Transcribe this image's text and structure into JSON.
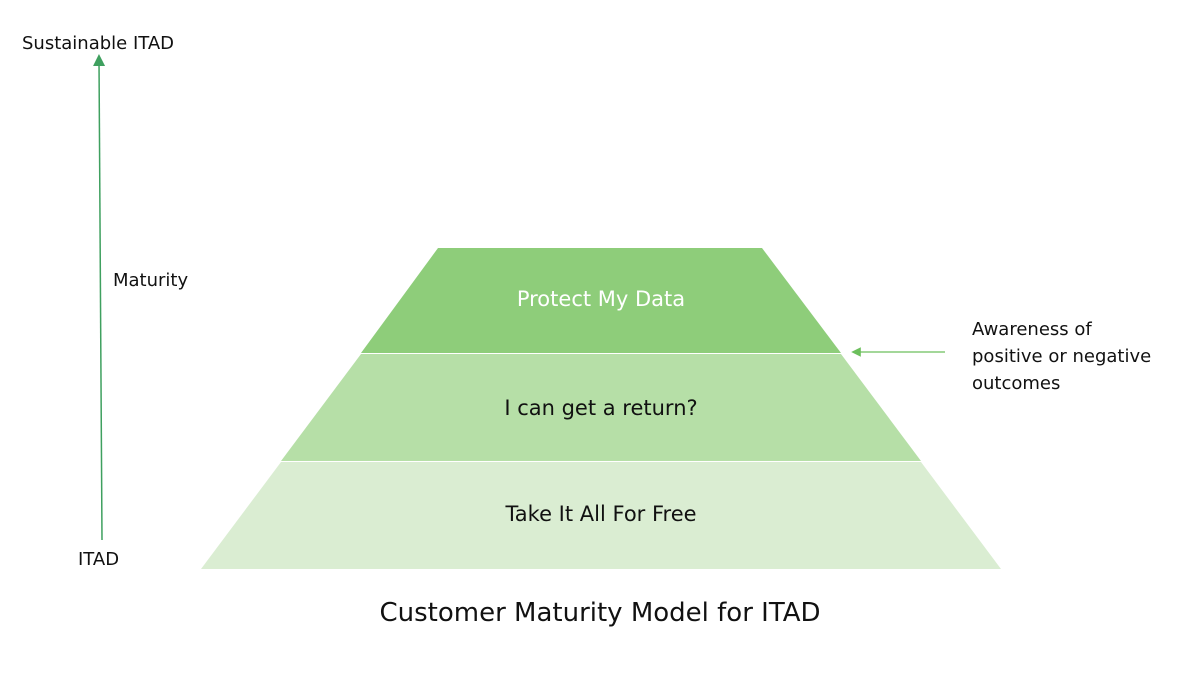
{
  "axis": {
    "top_label": "Sustainable ITAD",
    "middle_label": "Maturity",
    "bottom_label": "ITAD",
    "arrow_color": "#3fa05f"
  },
  "pyramid": {
    "tiers": [
      {
        "label": "Protect My Data",
        "color": "#8ecd7a",
        "text_color": "#ffffff"
      },
      {
        "label": "I can get a return?",
        "color": "#b6dfa7",
        "text_color": "#111111"
      },
      {
        "label": "Take It All For Free",
        "color": "#daedd2",
        "text_color": "#111111"
      }
    ]
  },
  "annotation": {
    "lines": [
      "Awareness of",
      "positive or negative",
      "outcomes"
    ],
    "arrow_color": "#6cbf5c"
  },
  "title": "Customer Maturity Model for ITAD"
}
